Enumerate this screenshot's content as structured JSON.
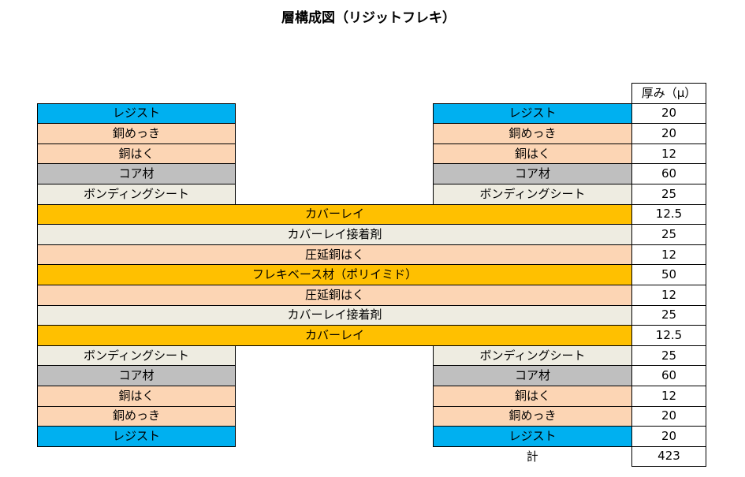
{
  "title": "層構成図（リジットフレキ）",
  "thickness_header": "厚み（μ）",
  "layers": [
    {
      "name": "レジスト",
      "full_width": false,
      "color": "#00B0F0",
      "thickness": "20"
    },
    {
      "name": "銅めっき",
      "full_width": false,
      "color": "#FCD5B4",
      "thickness": "20"
    },
    {
      "name": "銅はく",
      "full_width": false,
      "color": "#FCD5B4",
      "thickness": "12"
    },
    {
      "name": "コア材",
      "full_width": false,
      "color": "#BFBFBF",
      "thickness": "60"
    },
    {
      "name": "ボンディングシート",
      "full_width": false,
      "color": "#EEECE1",
      "thickness": "25"
    },
    {
      "name": "カバーレイ",
      "full_width": true,
      "color": "#FFC000",
      "thickness": "12.5"
    },
    {
      "name": "カバーレイ接着剤",
      "full_width": true,
      "color": "#EEECE1",
      "thickness": "25"
    },
    {
      "name": "圧延銅はく",
      "full_width": true,
      "color": "#FCD5B4",
      "thickness": "12"
    },
    {
      "name": "フレキベース材（ポリイミド）",
      "full_width": true,
      "color": "#FFC000",
      "thickness": "50"
    },
    {
      "name": "圧延銅はく",
      "full_width": true,
      "color": "#FCD5B4",
      "thickness": "12"
    },
    {
      "name": "カバーレイ接着剤",
      "full_width": true,
      "color": "#EEECE1",
      "thickness": "25"
    },
    {
      "name": "カバーレイ",
      "full_width": true,
      "color": "#FFC000",
      "thickness": "12.5"
    },
    {
      "name": "ボンディングシート",
      "full_width": false,
      "color": "#EEECE1",
      "thickness": "25"
    },
    {
      "name": "コア材",
      "full_width": false,
      "color": "#BFBFBF",
      "thickness": "60"
    },
    {
      "name": "銅はく",
      "full_width": false,
      "color": "#FCD5B4",
      "thickness": "12"
    },
    {
      "name": "銅めっき",
      "full_width": false,
      "color": "#FCD5B4",
      "thickness": "20"
    },
    {
      "name": "レジスト",
      "full_width": false,
      "color": "#00B0F0",
      "thickness": "20"
    }
  ],
  "total": {
    "label": "計",
    "value": "423"
  }
}
